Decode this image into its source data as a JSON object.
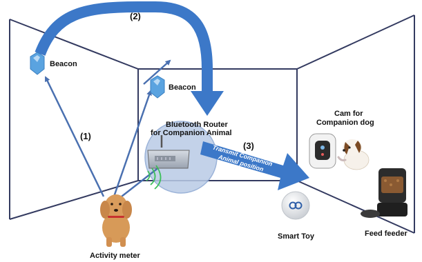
{
  "labels": {
    "beacon_left": "Beacon",
    "beacon_right": "Beacon",
    "step1": "(1)",
    "step2": "(2)",
    "step3": "(3)",
    "router_line1": "Bluetooth Router",
    "router_line2": "for Companion Animal",
    "transmit_line1": "Transmit Companion",
    "transmit_line2": "Animal position",
    "cam_line1": "Cam for",
    "cam_line2": "Companion dog",
    "smart_toy": "Smart Toy",
    "feed_feeder": "Feed feeder",
    "activity_meter": "Activity meter"
  },
  "colors": {
    "big_arrow": "#3c78c8",
    "thin_arrow": "#4a70b0",
    "router_circle": "#b9cbe6",
    "room_lines": "#333a60",
    "beacon": "#5aa3e0"
  }
}
